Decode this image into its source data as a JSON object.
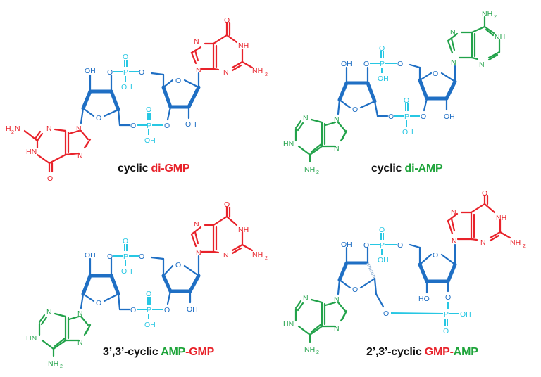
{
  "figure": {
    "panels": [
      {
        "id": "c-di-GMP",
        "caption_prefix": "cyclic ",
        "caption_parts": [
          {
            "text": "di-GMP",
            "color": "red"
          }
        ],
        "top_base": "guanine",
        "bottom_base": "guanine",
        "linkage": "3',3'"
      },
      {
        "id": "c-di-AMP",
        "caption_prefix": "cyclic ",
        "caption_parts": [
          {
            "text": "di-AMP",
            "color": "green"
          }
        ],
        "top_base": "adenine",
        "bottom_base": "adenine",
        "linkage": "3',3'"
      },
      {
        "id": "3-3-cGAMP",
        "caption_prefix": "3’,3’-cyclic ",
        "caption_parts": [
          {
            "text": "AMP",
            "color": "green"
          },
          {
            "text": "-GMP",
            "color": "red"
          }
        ],
        "top_base": "guanine",
        "bottom_base": "adenine",
        "linkage": "3',3'"
      },
      {
        "id": "2-3-cGAMP",
        "caption_prefix": "2’,3’-cyclic ",
        "caption_parts": [
          {
            "text": "GMP-",
            "color": "red"
          },
          {
            "text": "AMP",
            "color": "green"
          }
        ],
        "top_base": "guanine",
        "bottom_base": "adenine",
        "linkage": "2',3'"
      }
    ],
    "atom_labels": {
      "oh": "OH",
      "ho": "HO",
      "o": "O",
      "p": "P",
      "n": "N",
      "nh": "NH",
      "hn": "HN",
      "nh2": "NH",
      "h2n": "H",
      "sub2": "2"
    },
    "colors": {
      "backbone": "#1f6fc4",
      "phosphate": "#27c7e3",
      "guanine": "#e8222a",
      "adenine": "#22a24a",
      "caption": "#111111"
    }
  }
}
